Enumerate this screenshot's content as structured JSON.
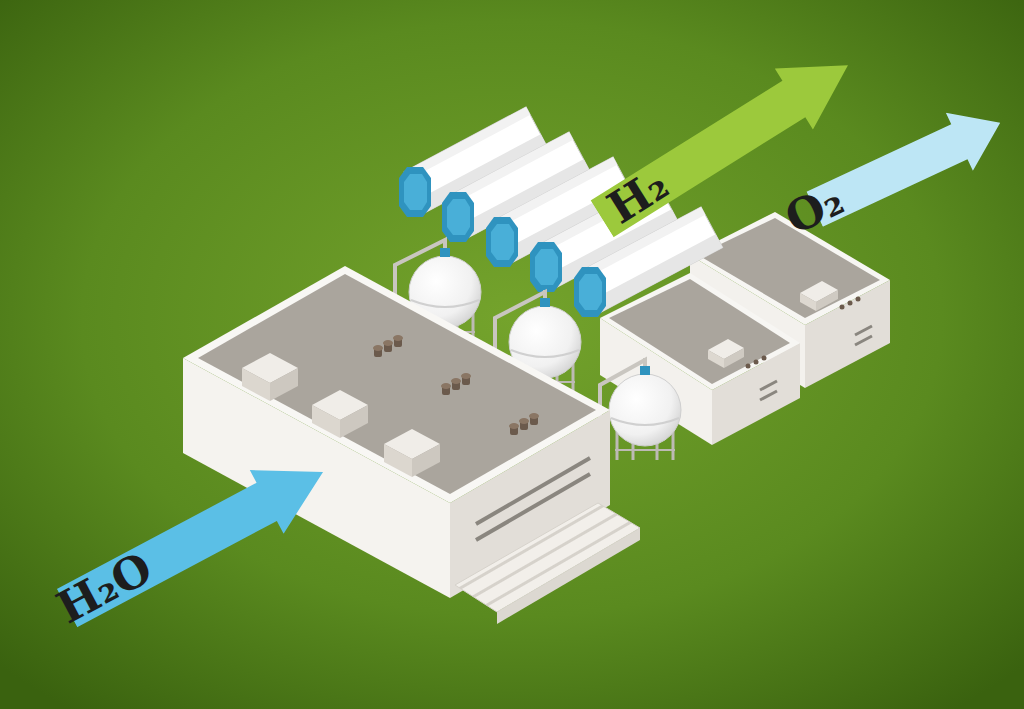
{
  "diagram": {
    "nodes": [
      {
        "text": [
          "H₂O"
        ]
      },
      {
        "text": [
          "H₂"
        ]
      },
      {
        "text": [
          "O₂"
        ]
      }
    ]
  }
}
